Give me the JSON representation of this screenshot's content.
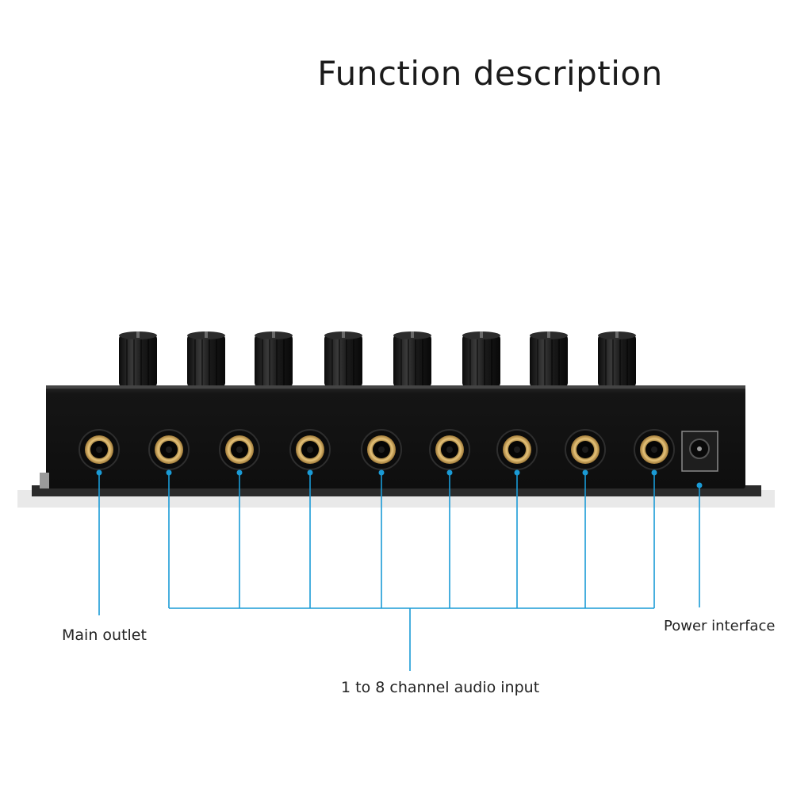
{
  "title": "Function description",
  "labels": {
    "main_outlet": "Main outlet",
    "power_interface": "Power interface",
    "audio_input": "1 to 8 channel audio input"
  },
  "device": {
    "knob_count": 8,
    "jack_count": 9,
    "has_power_jack": true
  },
  "colors": {
    "callout_line": "#1a9bd6",
    "device_body": "#141414",
    "jack_gold": "#c9a15a",
    "background": "#ffffff"
  }
}
